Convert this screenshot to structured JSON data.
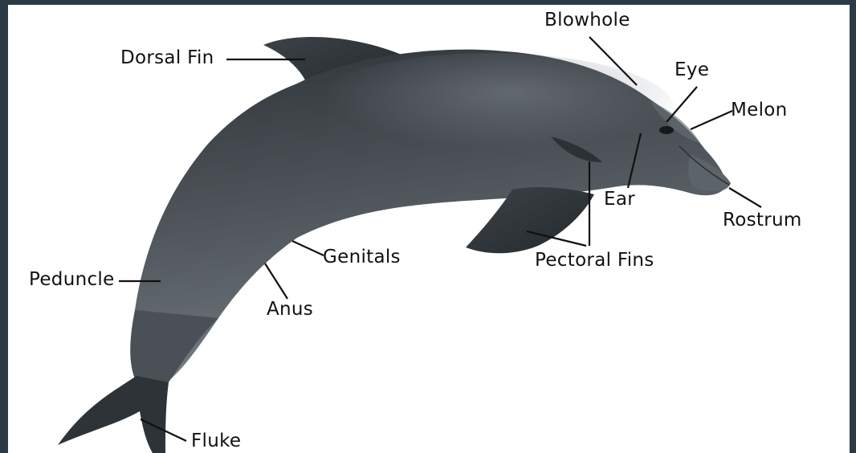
{
  "labels": {
    "dorsal_fin": "Dorsal Fin",
    "blowhole": "Blowhole",
    "eye": "Eye",
    "melon": "Melon",
    "ear": "Ear",
    "rostrum": "Rostrum",
    "pectoral_fins": "Pectoral Fins",
    "genitals": "Genitals",
    "peduncle": "Peduncle",
    "anus": "Anus",
    "fluke": "Fluke"
  },
  "colors": {
    "frame": "#2b3a45",
    "background": "#ffffff",
    "body_dark": "#3a3f44",
    "body_mid": "#555b61",
    "belly": "#8f979e",
    "leader_line": "#111111",
    "label_text": "#111111"
  }
}
